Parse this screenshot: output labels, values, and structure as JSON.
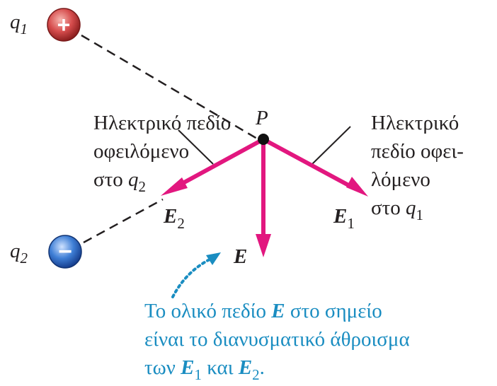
{
  "charges": {
    "q1": {
      "symbol": "q",
      "sub": "1",
      "sign": "+",
      "color": "#d64d4d"
    },
    "q2": {
      "symbol": "q",
      "sub": "2",
      "sign": "−",
      "color": "#3f7fd6"
    }
  },
  "point": {
    "label": "P"
  },
  "vectors": {
    "E1": {
      "symbol": "E",
      "sub": "1"
    },
    "E2": {
      "symbol": "E",
      "sub": "2"
    },
    "E": {
      "symbol": "E"
    },
    "color": "#e2177f"
  },
  "labels": {
    "due_to_q2": {
      "line1": "Ηλεκτρικό πεδίο",
      "line2": "οφειλόμενο",
      "line3": "στο ",
      "q": "q",
      "sub": "2"
    },
    "due_to_q1": {
      "line1": "Ηλεκτρικό",
      "line2": "πεδίο οφει-",
      "line3": "λόμενο",
      "line4": "στο ",
      "q": "q",
      "sub": "1"
    }
  },
  "note": {
    "line1_a": "Το ολικό πεδίο ",
    "line1_E": "E",
    "line1_b": " στο σημείο",
    "line2": "είναι το διανυσματικό άθροισμα",
    "line3_a": "των ",
    "line3_E1": "E",
    "line3_sub1": "1",
    "line3_b": " και ",
    "line3_E2": "E",
    "line3_sub2": "2",
    "line3_c": ".",
    "color": "#1a8dc1"
  }
}
